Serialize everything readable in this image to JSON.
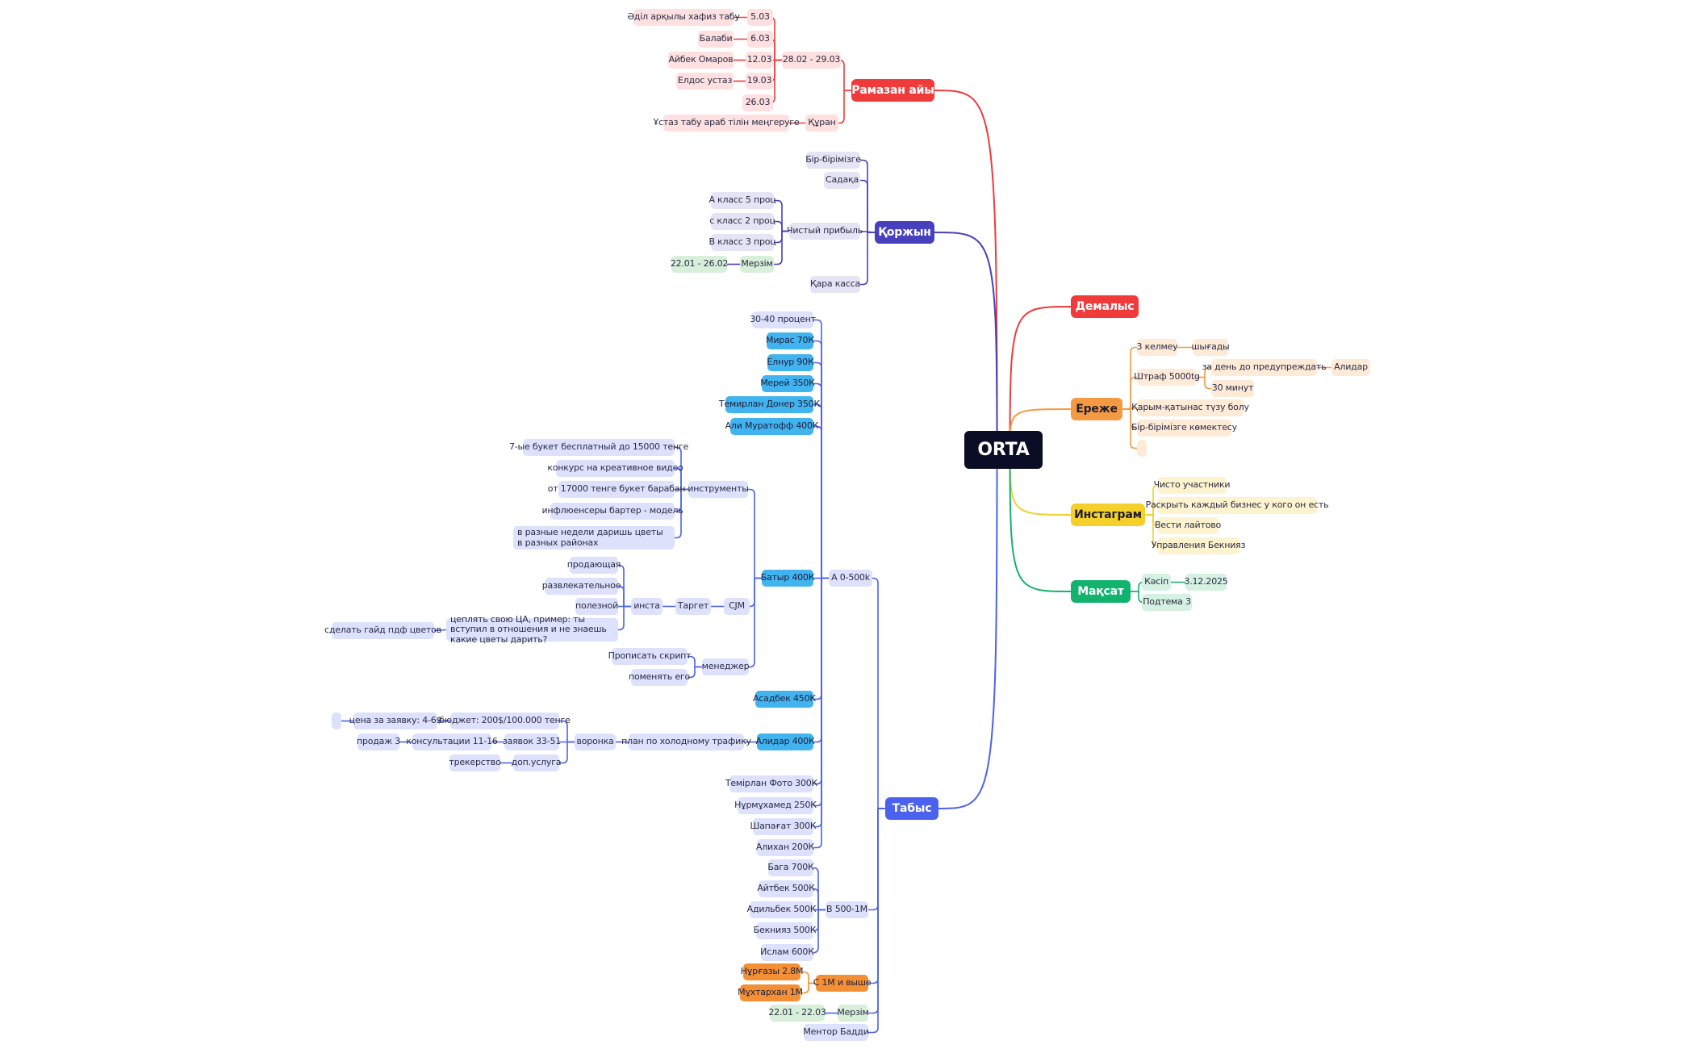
{
  "colors": {
    "root_bg": "#0b0c26",
    "red": "#ef3b3b",
    "red_light": "#fde0df",
    "indigo": "#4741bd",
    "indigo_light": "#e4e4f4",
    "orange": "#f59a44",
    "orange_light": "#fdebd8",
    "yellow": "#f5cf2a",
    "yellow_light": "#fdf4cf",
    "green": "#12b26f",
    "green_light": "#d4f1e2",
    "blue": "#4c62ef",
    "blue_light": "#dde1fb",
    "cyan": "#41b4ef",
    "amber": "#f39035",
    "merzim_light": "#d8efd9"
  },
  "mindmap": {
    "root": {
      "label": "ORTA"
    },
    "nodes": {
      "ramazan": "Рамазан айы",
      "ramazan_dates": "28.02 - 29.03",
      "d503": "5.03",
      "r503": "Әділ арқылы хафиз табу",
      "d603": "6.03",
      "r603": "Балаби",
      "d1203": "12.03",
      "r1203": "Айбек Омаров",
      "d1903": "19.03",
      "r1903": "Елдос устаз",
      "d2603": "26.03",
      "quran": "Құран",
      "quran_c": "Ұстаз табу араб тілін меңгеруге",
      "korzhyn": "Қоржын",
      "birbirimizge": "Бір-бірімізге",
      "sadaka": "Садақа",
      "chisty": "Чистый прибыль",
      "aklass": "А класс 5 проц",
      "cklass": "с класс 2 проц",
      "bklass": "В класс 3 проц",
      "merzim1": "Мерзім",
      "merzim1_date": "22.01 - 26.02",
      "karakassa": "Қара касса",
      "demalys": "Демалыс",
      "erezhe": "Ереже",
      "kelmeu": "3 келмеу",
      "shygady": "шығады",
      "shtraf": "Штраф 5000tg",
      "zaden": "за день до предупреждать",
      "alidar_e": "Алидар",
      "min30": "30 минут",
      "karym": "Қарым-қатынас түзу болу",
      "komek": "Бір-бірімізге көмектесу",
      "erezhe_empty": "",
      "instagram": "Инстаграм",
      "chisto": "Чисто участники",
      "raskryt": "Раскрыть каждый бизнес у кого он есть",
      "vesti": "Вести лайтово",
      "upravl": "Управления Бекнияз",
      "maksat": "Мақсат",
      "kasip": "Кәсіп",
      "kasip_date": "3.12.2025",
      "podtema": "Подтема 3",
      "tabys": "Табыс",
      "a0500": "А 0-500k",
      "proc3040": "30-40 процент",
      "miras": "Мирас 70К",
      "elnur": "Елнур 90К",
      "merei": "Мерей 350К",
      "temirlan_d": "Темирлан Донер 350К",
      "ali": "Али Муратофф 400К",
      "batyr": "Батыр 400К",
      "instrumenty": "инструменты",
      "buket7": "7-ые букет бесплатный до 15000 тенге",
      "konkurs": "конкурс на креативное видео",
      "ot17000": "от 17000 тенге букет барабан",
      "influ": "инфлюенсеры бартер - модель",
      "raznye": "в разные недели даришь цветы в разных районах",
      "cjm": "CJM",
      "target": "Таргет",
      "insta": "инста",
      "prodayushaya": "продающая",
      "razvlek": "развлекательное",
      "polezn": "полезной",
      "ceplyat": "цеплять свою ЦА, пример: ты вступил в отношения и не знаешь какие цветы дарить?",
      "gaid": "сделать гайд пдф цветов",
      "menedzher": "менеджер",
      "skript": "Прописать скрипт",
      "pomenyat": "поменять его",
      "asadbek": "Асадбек 450К",
      "alidar4": "Алидар 400К",
      "plan": "план по холодному трафику",
      "voronka": "воронка",
      "budzhet": "бюджет: 200$/100.000 тенге",
      "cena": "цена за заявку: 4-6$",
      "cena_empty": "",
      "zayavok": "заявок 33-51",
      "konsult": "консультации 11-16",
      "prodazh": "продаж 3",
      "dopusluga": "доп.услуга",
      "trekerstvo": "трекерство",
      "temirlan_f": "Темірлан Фото 300К",
      "nurmuhamed": "Нұрмұхамед 250К",
      "shapagat": "Шапағат 300К",
      "alikhan": "Алихан 200К",
      "b5001m": "B 500-1M",
      "baga": "Бага 700К",
      "aitbek": "Айтбек 500К",
      "adilbek": "Адильбек 500К",
      "bekniyaz": "Бекнияз 500К",
      "islam": "Ислам 600К",
      "c1m": "С 1М и выше",
      "nurgazy": "Нұрғазы 2.8М",
      "mukhtar": "Мұхтархан 1М",
      "merzim2": "Мерзім",
      "merzim2_date": "22.01 - 22.03",
      "mentor": "Ментор Бадди"
    }
  }
}
